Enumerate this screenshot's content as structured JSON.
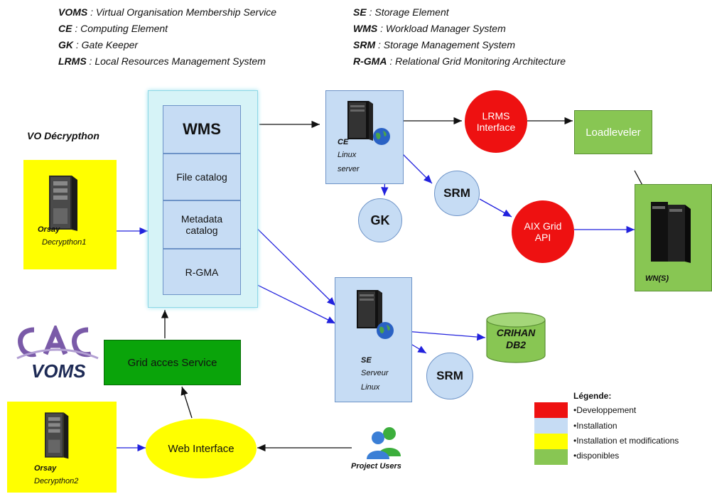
{
  "abbreviations": {
    "left": [
      {
        "abbr": "VOMS",
        "definition": "Virtual Organisation Membership Service"
      },
      {
        "abbr": "CE",
        "definition": "Computing Element"
      },
      {
        "abbr": "GK",
        "definition": "Gate Keeper"
      },
      {
        "abbr": "LRMS",
        "definition": "Local Resources Management System"
      }
    ],
    "right": [
      {
        "abbr": "SE",
        "definition": "Storage Element"
      },
      {
        "abbr": "WMS",
        "definition": "Workload Manager System"
      },
      {
        "abbr": "SRM",
        "definition": "Storage Management System"
      },
      {
        "abbr": "R-GMA",
        "definition": "Relational Grid Monitoring Architecture"
      }
    ]
  },
  "vo_title": "VO Décrypthon",
  "orsay1": {
    "line1": "Orsay",
    "line2": "Decrypthon1"
  },
  "orsay2": {
    "line1": "Orsay",
    "line2": "Decrypthon2"
  },
  "wms_panel": {
    "title": "WMS",
    "items": [
      "File catalog",
      "Metadata catalog",
      "R-GMA"
    ]
  },
  "grid_access": "Grid acces Service",
  "voms_logo_text": "VOMS",
  "web_interface": "Web Interface",
  "project_users": "Project Users",
  "ce_server": {
    "line1": "CE",
    "line2": "Linux",
    "line3": "server"
  },
  "se_server": {
    "line1": "SE",
    "line2": "Serveur",
    "line3": "Linux"
  },
  "gk": "GK",
  "srm_top": "SRM",
  "srm_bottom": "SRM",
  "lrms": {
    "line1": "LRMS",
    "line2": "Interface"
  },
  "aix": {
    "line1": "AIX Grid",
    "line2": "API"
  },
  "loadleveler": "Loadleveler",
  "wn": "WN(S)",
  "crihan": {
    "line1": "CRIHAN",
    "line2": "DB2"
  },
  "legend": {
    "title": "Légende:",
    "items": [
      {
        "label": "•Developpement",
        "color": "#ee1111"
      },
      {
        "label": "•Installation",
        "color": "#c6dcf4"
      },
      {
        "label": "•Installation et modifications",
        "color": "#ffff00"
      },
      {
        "label": "•disponibles",
        "color": "#88c653"
      }
    ]
  },
  "colors": {
    "yellow": "#ffff00",
    "red": "#ee1111",
    "lightblue": "#c6dcf4",
    "green": "#88c653",
    "darkgreen": "#0aa40a",
    "cyanpanel": "#d6f3f7",
    "arrowblue": "#2222dd"
  }
}
